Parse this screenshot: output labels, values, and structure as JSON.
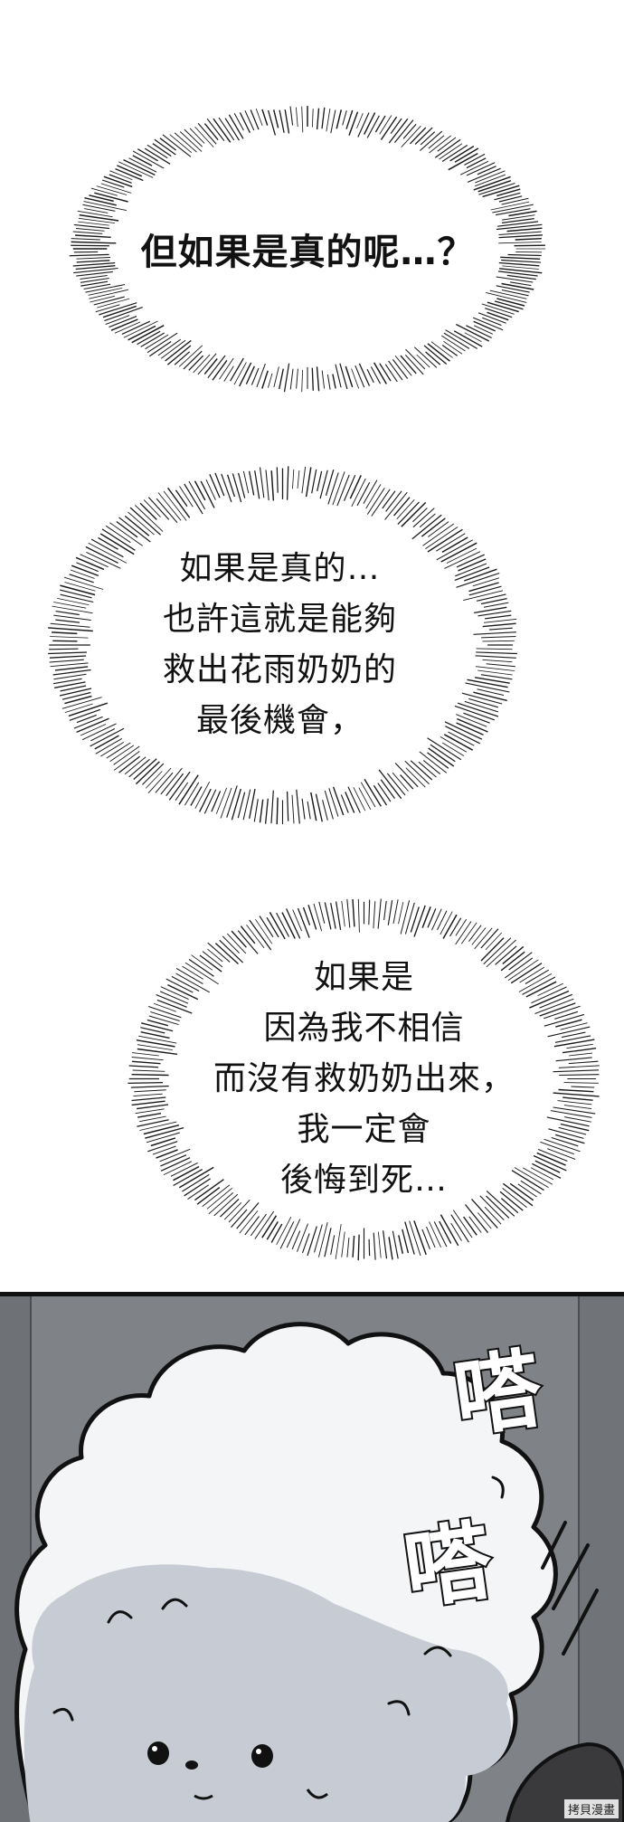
{
  "bubbles": [
    {
      "lines": [
        "但如果是真的呢…？"
      ]
    },
    {
      "lines": [
        "如果是真的…",
        "也許這就是能夠",
        "救出花雨奶奶的",
        "最後機會，"
      ]
    },
    {
      "lines": [
        "如果是",
        "因為我不相信",
        "而沒有救奶奶出來，",
        "我一定會",
        "後悔到死…"
      ]
    }
  ],
  "sound_effects": [
    "嗒",
    "嗒"
  ],
  "watermark": "拷貝漫畫",
  "colors": {
    "panel_bg": "#7f8286",
    "creature_fur": "#c7cbd3",
    "creature_highlight": "#f4f5f7",
    "ink": "#111111"
  }
}
